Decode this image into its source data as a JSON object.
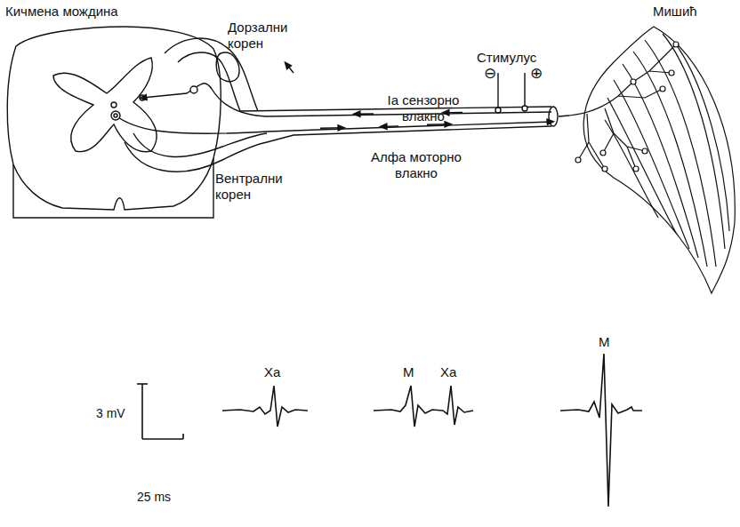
{
  "diagram": {
    "labels": [
      "Кичмена мождина",
      "Дорзални корен",
      "Стимулус",
      "⊖",
      "⊕",
      "Ia сензорно влакно",
      "Мишић",
      "Алфа моторно влакно",
      "Вентрални корен",
      "М",
      "3 mV",
      "Ха",
      "М",
      "Ха",
      "25 ms"
    ]
  }
}
